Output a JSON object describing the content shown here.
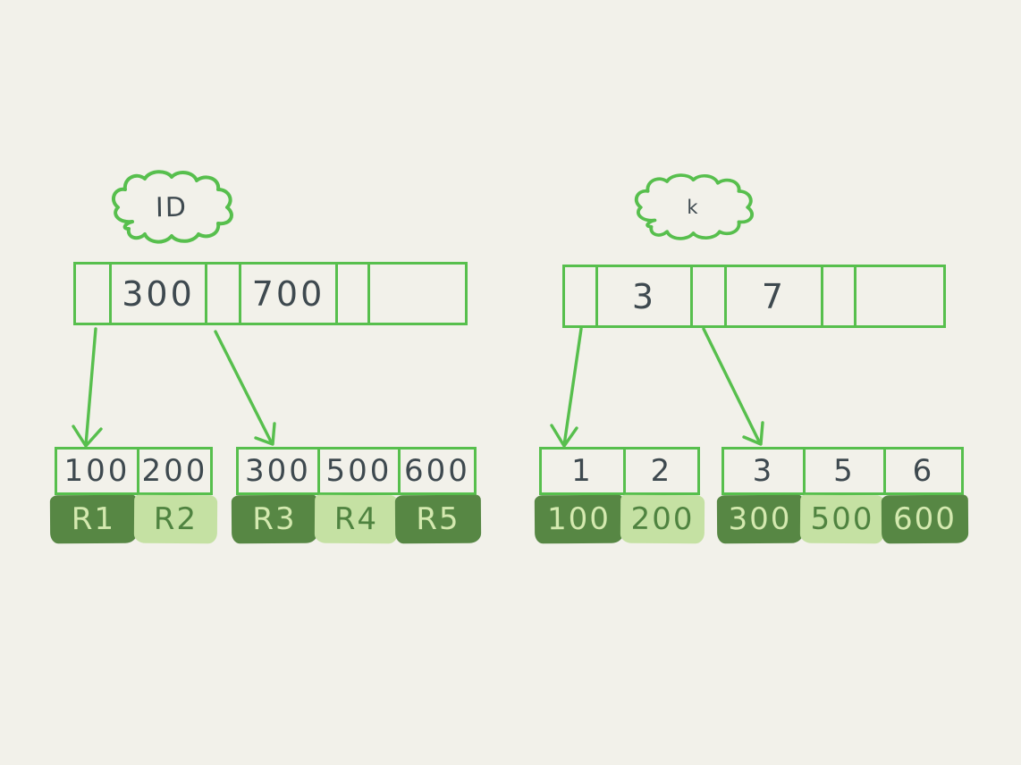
{
  "page": {
    "background": "#f2f1ea"
  },
  "colors": {
    "outline_green": "#57bf4d",
    "dark_green_fill": "#578744",
    "light_green_fill": "#c5e1a3",
    "ink": "#3e494f",
    "text_on_dark": "#d4e9af",
    "text_on_light": "#4f8340"
  },
  "left_tree": {
    "label": "ID",
    "index_node": {
      "cells": [
        "",
        "300",
        "",
        "700",
        "",
        ""
      ]
    },
    "leaves": [
      {
        "keys": [
          "100",
          "200"
        ],
        "records": [
          "R1",
          "R2"
        ]
      },
      {
        "keys": [
          "300",
          "500",
          "600"
        ],
        "records": [
          "R3",
          "R4",
          "R5"
        ]
      }
    ]
  },
  "right_tree": {
    "label": "k",
    "index_node": {
      "cells": [
        "",
        "3",
        "",
        "7",
        "",
        ""
      ]
    },
    "leaves": [
      {
        "keys": [
          "1",
          "2"
        ],
        "records": [
          "100",
          "200"
        ]
      },
      {
        "keys": [
          "3",
          "5",
          "6"
        ],
        "records": [
          "300",
          "500",
          "600"
        ]
      }
    ]
  }
}
